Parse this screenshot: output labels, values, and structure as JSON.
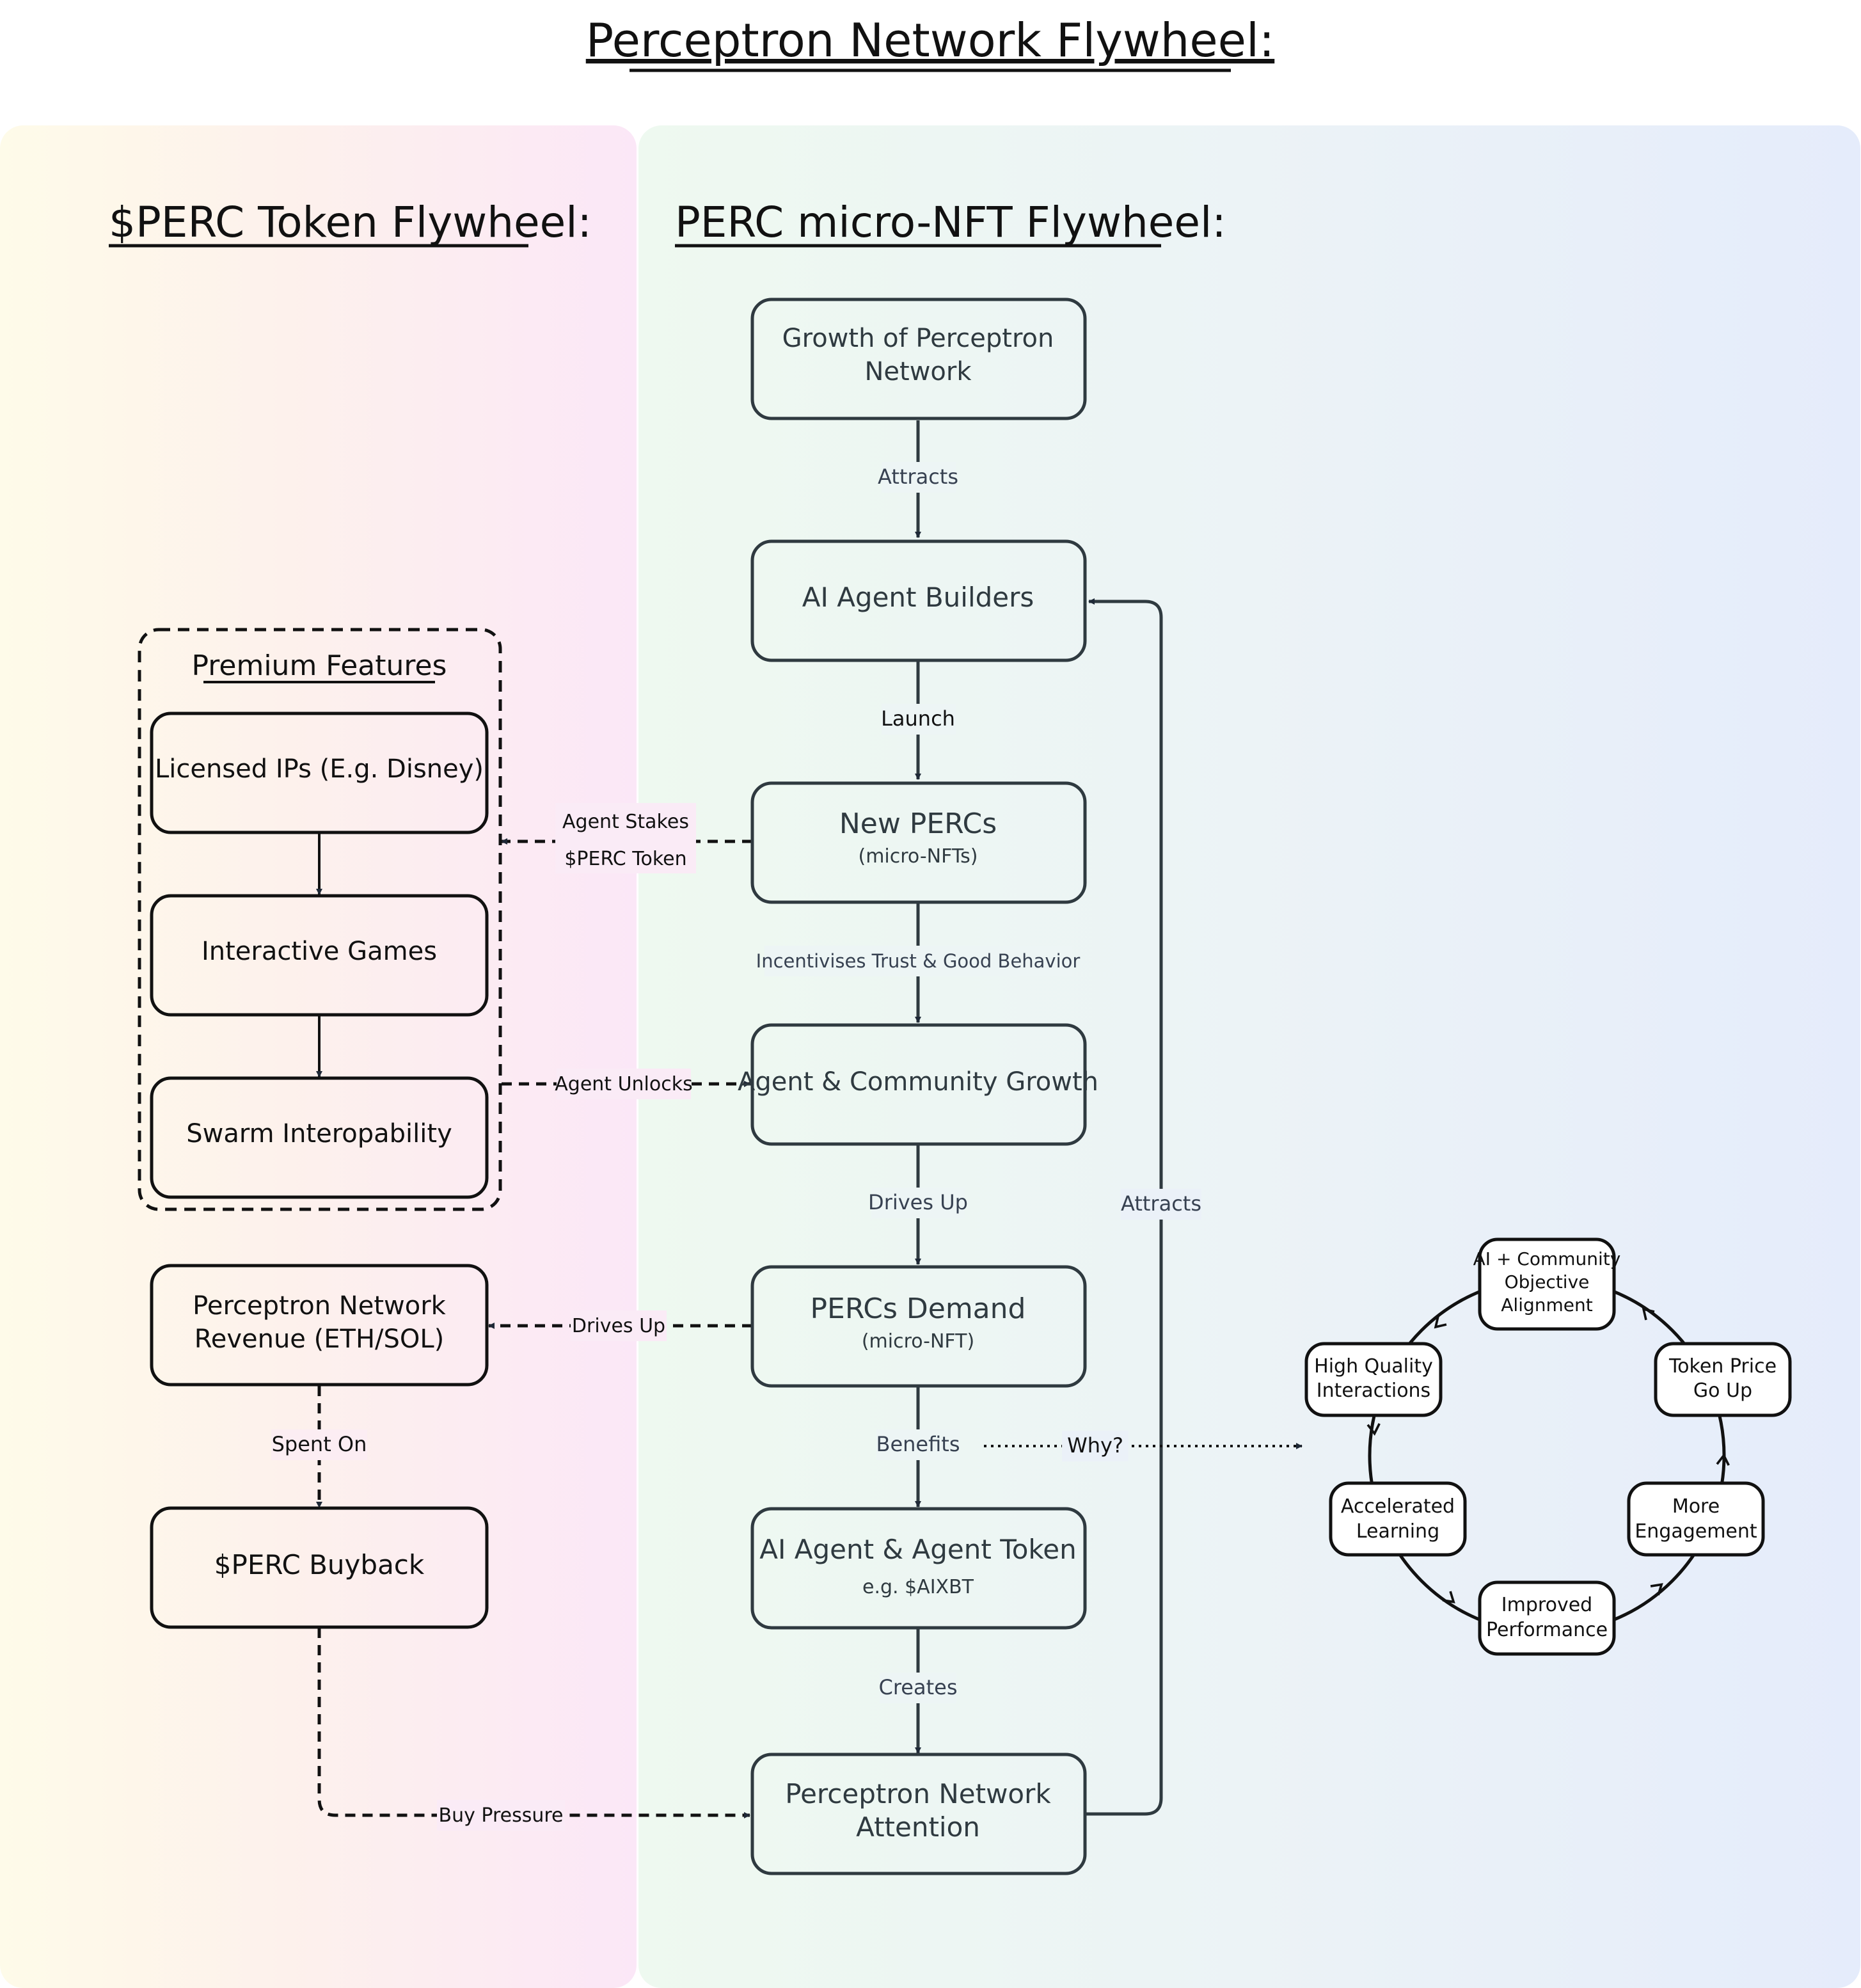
{
  "title": "Perceptron Network Flywheel:",
  "left_panel": {
    "heading": "$PERC Token Flywheel:"
  },
  "right_panel": {
    "heading": "PERC micro-NFT Flywheel:"
  },
  "premium": {
    "title": "Premium Features",
    "items": [
      "Licensed IPs (E.g. Disney)",
      "Interactive Games",
      "Swarm Interopability"
    ]
  },
  "left_nodes": {
    "revenue": [
      "Perceptron Network",
      "Revenue (ETH/SOL)"
    ],
    "buyback": "$PERC Buyback"
  },
  "main_nodes": {
    "growth": [
      "Growth of Perceptron",
      "Network"
    ],
    "builders": "AI Agent Builders",
    "new_percs": "New PERCs",
    "new_percs_sub": "(micro-NFTs)",
    "community": "Agent & Community Growth",
    "demand": "PERCs Demand",
    "demand_sub": "(micro-NFT)",
    "agent_token": "AI Agent & Agent Token",
    "agent_token_sub": "e.g. $AIXBT",
    "attention": [
      "Perceptron Network",
      "Attention"
    ]
  },
  "edge_labels": {
    "attracts_top": "Attracts",
    "launch": "Launch",
    "incentivises": "Incentivises Trust & Good Behavior",
    "drives_up": "Drives Up",
    "benefits": "Benefits",
    "creates": "Creates",
    "attracts_loop": "Attracts",
    "agent_stakes": [
      "Agent Stakes",
      "$PERC Token"
    ],
    "agent_unlocks": "Agent Unlocks",
    "drives_up_left": "Drives Up",
    "spent_on": "Spent On",
    "buy_pressure": "Buy Pressure",
    "why": "Why?"
  },
  "cycle": {
    "alignment": [
      "AI + Community",
      "Objective",
      "Alignment"
    ],
    "quality": [
      "High Quality",
      "Interactions"
    ],
    "accelerated": [
      "Accelerated",
      "Learning"
    ],
    "improved": [
      "Improved",
      "Performance"
    ],
    "engagement": [
      "More",
      "Engagement"
    ],
    "price": [
      "Token Price",
      "Go Up"
    ]
  }
}
